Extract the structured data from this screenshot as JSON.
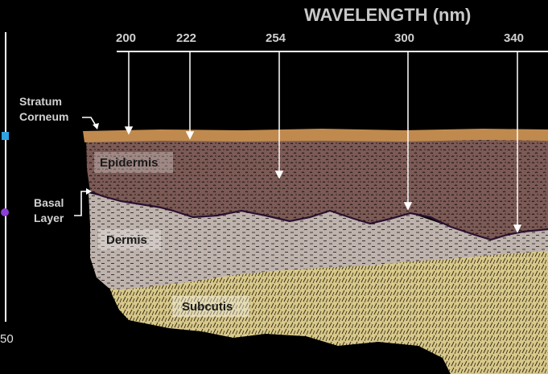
{
  "header": {
    "title": "WAVELENGTH (nm)"
  },
  "wavelengths": [
    {
      "label": "200"
    },
    {
      "label": "222"
    },
    {
      "label": "254"
    },
    {
      "label": "300"
    },
    {
      "label": "340"
    }
  ],
  "layers": {
    "stratum_corneum_line1": "Stratum",
    "stratum_corneum_line2": "Corneum",
    "epidermis": "Epidermis",
    "basal_line1": "Basal",
    "basal_line2": "Layer",
    "dermis": "Dermis",
    "subcutis": "Subcutis"
  },
  "left_axis": {
    "bottom_label": "50"
  },
  "colors": {
    "background": "#000000",
    "stratum_corneum": "#c08a4e",
    "epidermis": "#7c5a55",
    "dermis": "#bfb3ad",
    "subcutis": "#d8c88a",
    "label_box": "#ffffff",
    "marker_square": "#2fa3e6",
    "marker_circle": "#8a3fd6"
  }
}
